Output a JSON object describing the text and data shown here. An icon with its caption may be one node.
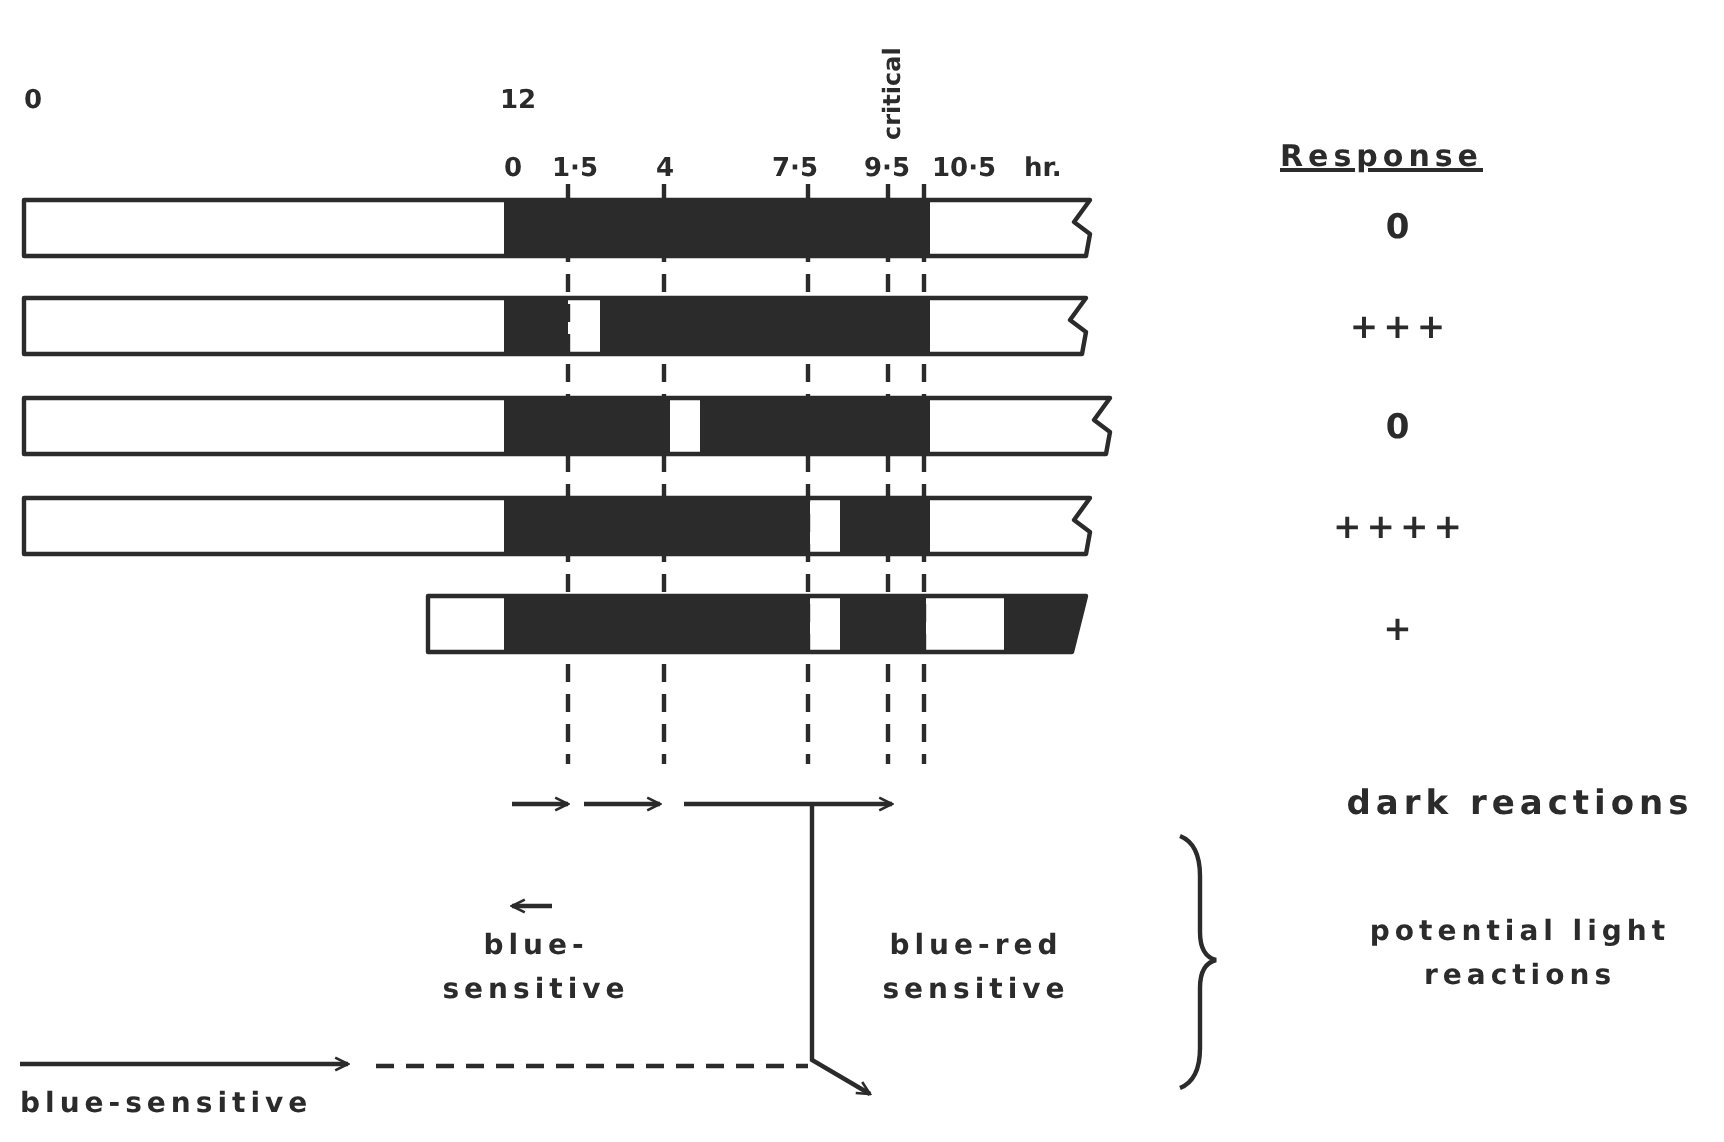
{
  "diagram": {
    "labels": [
      "critical",
      "0",
      "12",
      "0",
      "1·5",
      "4",
      "7·5",
      "9·5",
      "10·5",
      "hr.",
      "Response",
      "0",
      "+++",
      "0",
      "++++",
      "+",
      "dark reactions",
      "blue- sensitive",
      "blue-red sensitive",
      "potential light reactions",
      "blue-sensitive"
    ]
  }
}
